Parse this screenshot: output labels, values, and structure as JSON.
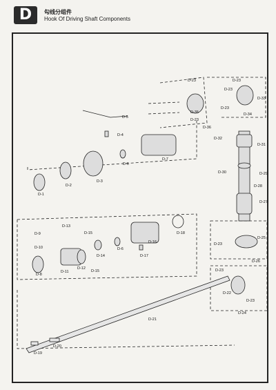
{
  "header": {
    "section_letter": "D",
    "title_cn": "勾线分组件",
    "title_en": "Hook Of Driving Shaft Components"
  },
  "parts": {
    "d1": "D-1",
    "d2": "D-2",
    "d3": "D-3",
    "d4": "D-4",
    "d5": "D-5",
    "d6a": "D-6",
    "d6b": "D-6",
    "d7": "D-7",
    "d8": "D-8",
    "d9": "D-9",
    "d10": "D-10",
    "d11": "D-11",
    "d12": "D-12",
    "d13": "D-13",
    "d14": "D-14",
    "d15a": "D-15",
    "d15b": "D-15",
    "d16": "D-16",
    "d17": "D-17",
    "d18": "D-18",
    "d19": "D-19",
    "d20": "D-20",
    "d21": "D-21",
    "d22": "D-22",
    "d23a": "D-23",
    "d23b": "D-23",
    "d23c": "D-23",
    "d23d": "D-23",
    "d23e": "D-23",
    "d23f": "D-23",
    "d23g": "D-23",
    "d23h": "D-23",
    "d24": "D-24",
    "d25": "D-25",
    "d26": "D-26",
    "d27": "D-27",
    "d28": "D-28",
    "d29": "D-29",
    "d30": "D-30",
    "d31": "D-31",
    "d32": "D-32",
    "d33": "D-33",
    "d34": "D-34",
    "d35": "D-35",
    "d36": "D-36"
  }
}
